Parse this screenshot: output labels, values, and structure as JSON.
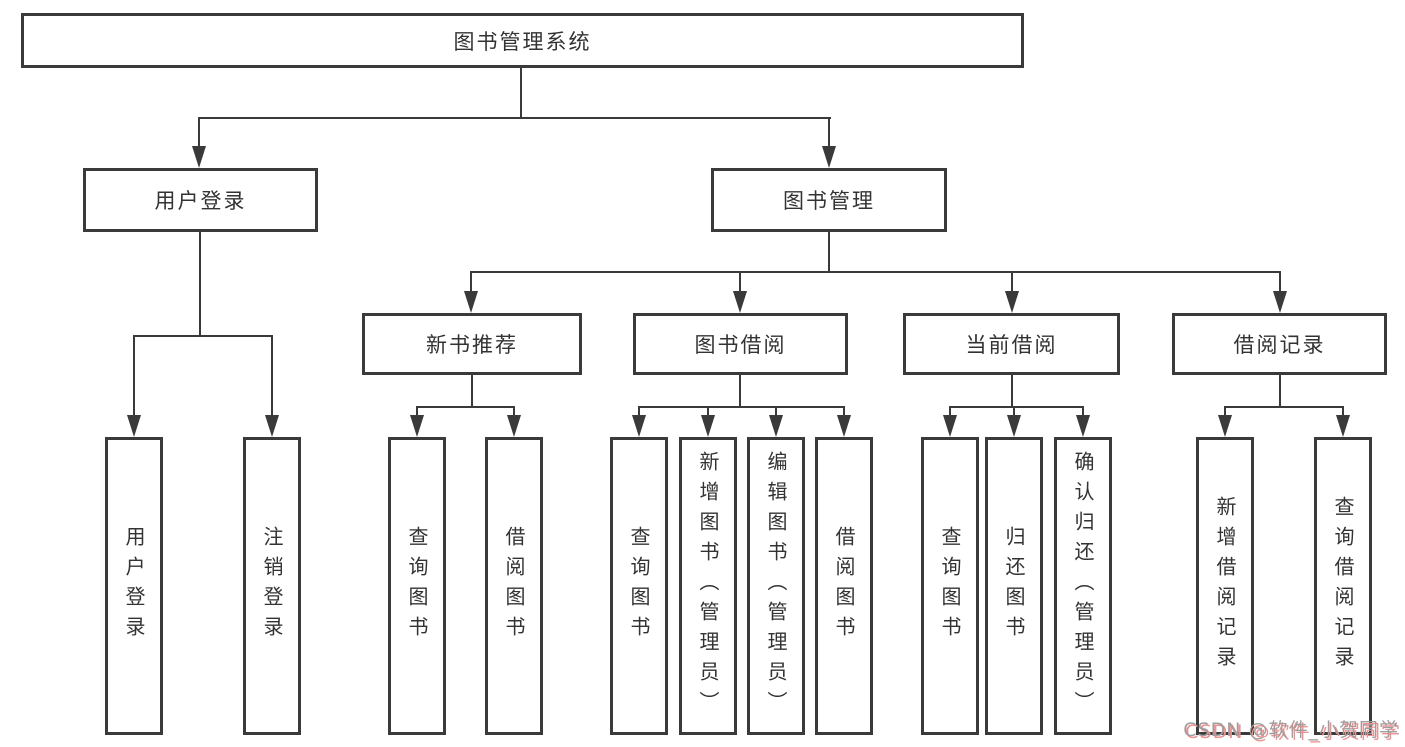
{
  "colors": {
    "line": "#3a3a3a",
    "box_border": "#3a3a3a",
    "box_fill": "#ffffff",
    "text": "#333333",
    "watermark_text": "#9e9e9e",
    "watermark_shadow": "#ef908e",
    "background": "#ffffff"
  },
  "tree": {
    "label": "图书管理系统",
    "children": [
      {
        "label": "用户登录",
        "children": [
          {
            "label": "用户登录"
          },
          {
            "label": "注销登录"
          }
        ]
      },
      {
        "label": "图书管理",
        "children": [
          {
            "label": "新书推荐",
            "children": [
              {
                "label": "查询图书"
              },
              {
                "label": "借阅图书"
              }
            ]
          },
          {
            "label": "图书借阅",
            "children": [
              {
                "label": "查询图书"
              },
              {
                "label": "新增图书（管理员）"
              },
              {
                "label": "编辑图书（管理员）"
              },
              {
                "label": "借阅图书"
              }
            ]
          },
          {
            "label": "当前借阅",
            "children": [
              {
                "label": "查询图书"
              },
              {
                "label": "归还图书"
              },
              {
                "label": "确认归还（管理员）"
              }
            ]
          },
          {
            "label": "借阅记录",
            "children": [
              {
                "label": "新增借阅记录"
              },
              {
                "label": "查询借阅记录"
              }
            ]
          }
        ]
      }
    ]
  },
  "watermark": {
    "text": "CSDN @软件_小贺同学"
  }
}
